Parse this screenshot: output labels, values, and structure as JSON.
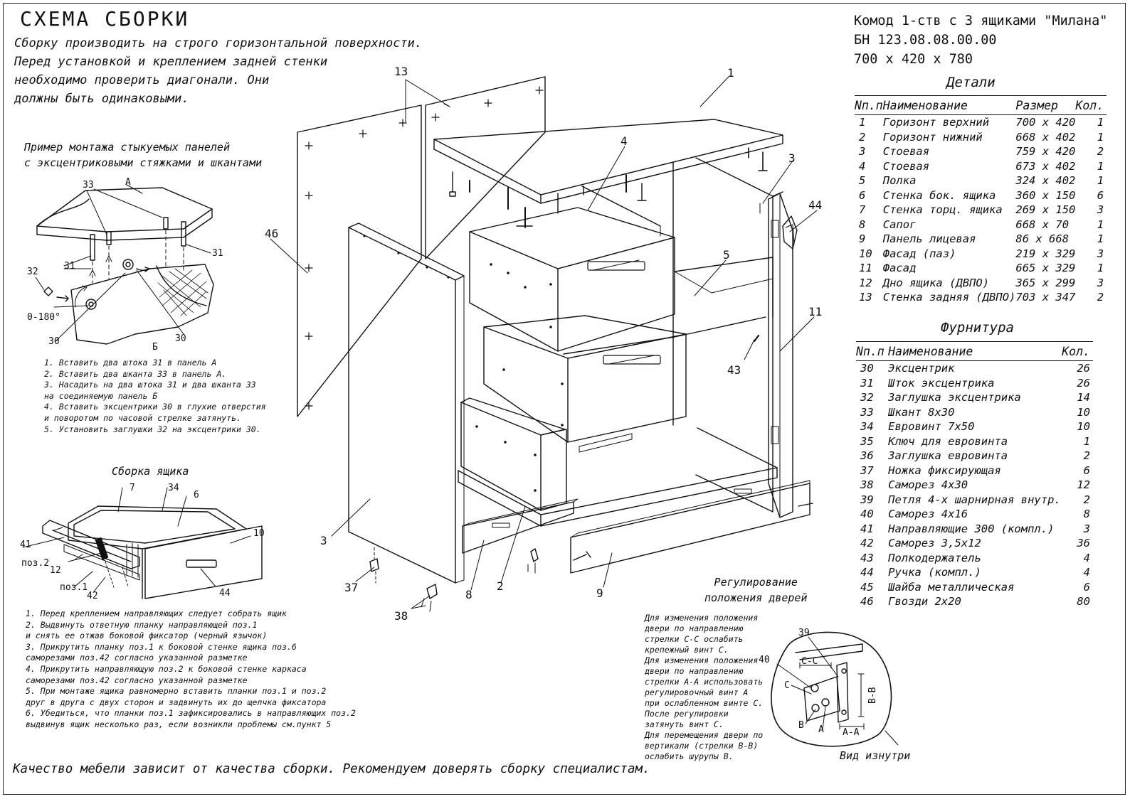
{
  "header": {
    "title": "СХЕМА СБОРКИ",
    "intro": [
      "Сборку производить на строго горизонтальной поверхности.",
      "Перед установкой и креплением задней стенки",
      "необходимо проверить диагонали. Они",
      "должны быть одинаковыми."
    ]
  },
  "product": {
    "name": "Комод 1-ств с 3 ящиками \"Милана\"",
    "code": "БН 123.08.08.00.00",
    "dimensions": "700 x 420 x 780"
  },
  "details": {
    "title": "Детали",
    "headers": {
      "num": "Nп.п",
      "name": "Наименование",
      "size": "Размер",
      "qty": "Кол."
    },
    "rows": [
      {
        "num": "1",
        "name": "Горизонт верхний",
        "size": "700 x 420",
        "qty": "1"
      },
      {
        "num": "2",
        "name": "Горизонт нижний",
        "size": "668 x 402",
        "qty": "1"
      },
      {
        "num": "3",
        "name": "Стоевая",
        "size": "759 x 420",
        "qty": "2"
      },
      {
        "num": "4",
        "name": "Стоевая",
        "size": "673 x 402",
        "qty": "1"
      },
      {
        "num": "5",
        "name": "Полка",
        "size": "324 x 402",
        "qty": "1"
      },
      {
        "num": "6",
        "name": "Стенка бок. ящика",
        "size": "360 x 150",
        "qty": "6"
      },
      {
        "num": "7",
        "name": "Стенка торц. ящика",
        "size": "269 x 150",
        "qty": "3"
      },
      {
        "num": "8",
        "name": "Сапог",
        "size": "668 x 70",
        "qty": "1"
      },
      {
        "num": "9",
        "name": "Панель лицевая",
        "size": "86 x 668",
        "qty": "1"
      },
      {
        "num": "10",
        "name": "Фасад (паз)",
        "size": "219 x 329",
        "qty": "3"
      },
      {
        "num": "11",
        "name": "Фасад",
        "size": "665 x 329",
        "qty": "1"
      },
      {
        "num": "12",
        "name": "Дно ящика (ДВПО)",
        "size": "365 x 299",
        "qty": "3"
      },
      {
        "num": "13",
        "name": "Стенка задняя (ДВПО)",
        "size": "703 x 347",
        "qty": "2"
      }
    ]
  },
  "hardware": {
    "title": "Фурнитура",
    "headers": {
      "num": "Nп.п",
      "name": "Наименование",
      "qty": "Кол."
    },
    "rows": [
      {
        "num": "30",
        "name": "Эксцентрик",
        "qty": "26"
      },
      {
        "num": "31",
        "name": "Шток эксцентрика",
        "qty": "26"
      },
      {
        "num": "32",
        "name": "Заглушка эксцентрика",
        "qty": "14"
      },
      {
        "num": "33",
        "name": "Шкант 8x30",
        "qty": "10"
      },
      {
        "num": "34",
        "name": "Евровинт 7x50",
        "qty": "10"
      },
      {
        "num": "35",
        "name": "Ключ для евровинта",
        "qty": "1"
      },
      {
        "num": "36",
        "name": "Заглушка евровинта",
        "qty": "2"
      },
      {
        "num": "37",
        "name": "Ножка фиксирующая",
        "qty": "6"
      },
      {
        "num": "38",
        "name": "Саморез 4x30",
        "qty": "12"
      },
      {
        "num": "39",
        "name": "Петля 4-х шарнирная внутр.",
        "qty": "2"
      },
      {
        "num": "40",
        "name": "Саморез 4x16",
        "qty": "8"
      },
      {
        "num": "41",
        "name": "Направляющие 300 (компл.)",
        "qty": "3"
      },
      {
        "num": "42",
        "name": "Саморез 3,5x12",
        "qty": "36"
      },
      {
        "num": "43",
        "name": "Полкодержатель",
        "qty": "4"
      },
      {
        "num": "44",
        "name": "Ручка (компл.)",
        "qty": "4"
      },
      {
        "num": "45",
        "name": "Шайба металлическая",
        "qty": "6"
      },
      {
        "num": "46",
        "name": "Гвозди 2x20",
        "qty": "80"
      }
    ]
  },
  "mounting": {
    "title_lines": [
      "Пример монтажа стыкуемых панелей",
      "с эксцентриковыми стяжками и шкантами"
    ],
    "steps": [
      "1. Вставить два штока 31 в панель А",
      "2. Вставить два шканта 33 в панель А.",
      "3. Насадить на два штока 31 и два шканта 33",
      "   на соединяемую панель Б",
      "4. Вставить эксцентрики 30 в глухие отверстия",
      "   и поворотом по часовой стрелке затянуть.",
      "5. Установить заглушки 32 на эксцентрики 30."
    ],
    "labels": {
      "a": "А",
      "b": "Б",
      "angle": "0-180°",
      "p31": "31",
      "p31b": "31",
      "p32": "32",
      "p33": "33",
      "p30": "30",
      "p30b": "30"
    }
  },
  "drawer": {
    "title": "Сборка ящика",
    "steps": [
      "1. Перед креплением направляющих следует собрать ящик",
      "2. Выдвинуть ответную планку направляющей поз.1",
      "   и снять ее отжав боковой фиксатор (черный язычок)",
      "3. Прикрутить планку поз.1 к боковой стенке ящика поз.6",
      "   саморезами поз.42 согласно указанной разметке",
      "4. Прикрутить направляющую поз.2 к боковой стенке каркаса",
      "   саморезами поз.42 согласно указанной разметке",
      "5. При монтаже ящика равномерно вставить планки поз.1 и поз.2",
      "   друг в друга с двух сторон и задвинуть их до щелчка фиксатора",
      "6. Убедиться, что планки поз.1 зафиксировались в направляющих поз.2",
      "   выдвинув ящик несколько раз, если возникли проблемы см.пункт 5"
    ],
    "labels": {
      "p7": "7",
      "p34": "34",
      "p6": "6",
      "p10": "10",
      "p41": "41",
      "poz2": "поз.2",
      "p12": "12",
      "poz1": "поз.1",
      "p42": "42",
      "p44": "44"
    }
  },
  "assembly": {
    "labels": {
      "p1": "1",
      "p2": "2",
      "p3a": "3",
      "p3b": "3",
      "p4": "4",
      "p5": "5",
      "p8": "8",
      "p9": "9",
      "p11": "11",
      "p13": "13",
      "p37": "37",
      "p38": "38",
      "p43": "43",
      "p44": "44",
      "p46": "46"
    }
  },
  "door": {
    "title_lines": [
      "Регулирование",
      "положения дверей"
    ],
    "note": [
      "Для изменения положения",
      "двери по направлению",
      "стрелки С-С ослабить",
      "крепежный винт С.",
      "Для изменения положения",
      "двери по направлению",
      "стрелки А-А использовать",
      "регулировочный винт А",
      "при ослабленном винте С.",
      "После регулировки",
      "затянуть винт С.",
      "Для перемещения двери по",
      "вертикали (стрелки В-В)",
      "ослабить шурупы В."
    ],
    "labels": {
      "p39": "39",
      "p40": "40",
      "c": "С",
      "cc": "С-С",
      "v": "В",
      "a": "А",
      "aa": "А-А",
      "vv": "В-В"
    },
    "view_label": "Вид изнутри"
  },
  "footer": "Качество мебели зависит от качества сборки. Рекомендуем доверять сборку специалистам."
}
